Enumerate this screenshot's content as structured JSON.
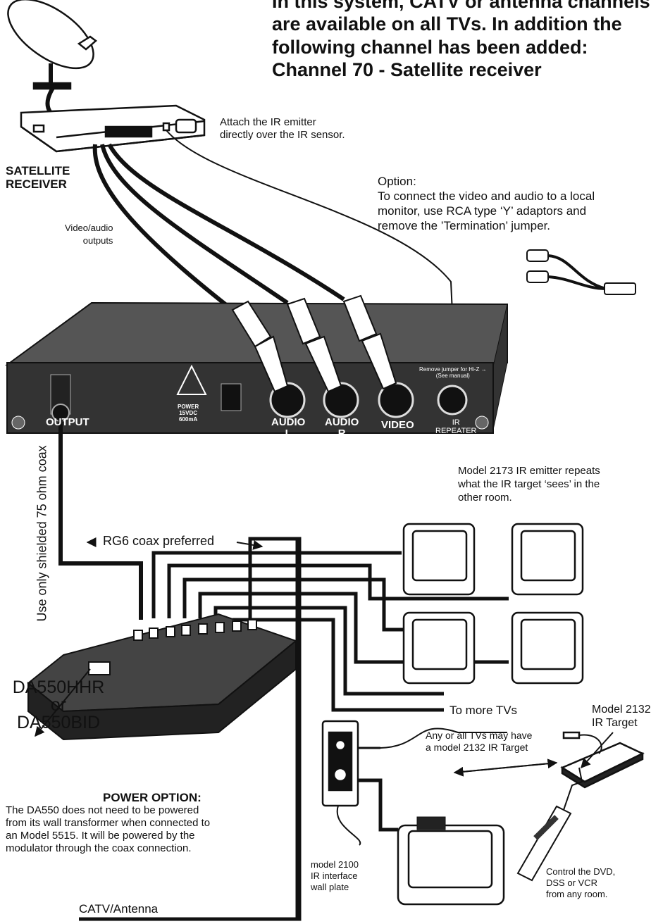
{
  "heading": {
    "line1": "In this system, CATV or antenna channels",
    "line2": "are available on all TVs.  In addition the",
    "line3": "following channel has been added:",
    "line4": "Channel 70 - Satellite receiver"
  },
  "satellite": {
    "label1": "SATELLITE",
    "label2": "RECEIVER",
    "ir_note1": "Attach the IR emitter",
    "ir_note2": "directly over the IR sensor.",
    "outputs1": "Video/audio",
    "outputs2": "outputs"
  },
  "option": {
    "title": "Option:",
    "line1": "To connect the video and audio to a local",
    "line2": "monitor, use RCA type ‘Y’ adaptors and",
    "line3": "remove the ’Termination’ jumper."
  },
  "modulator": {
    "output": "OUTPUT",
    "power1": "POWER",
    "power2": "15VDC",
    "power3": "600mA",
    "audio_l1": "AUDIO",
    "audio_l2": "L",
    "audio_r1": "AUDIO",
    "audio_r2": "R",
    "video": "VIDEO",
    "ir1": "IR",
    "ir2": "REPEATER",
    "jumper1": "Remove jumper for Hi-Z →",
    "jumper2": "(See manual)"
  },
  "notes": {
    "emitter1": "Model 2173 IR emitter repeats",
    "emitter2": "what the IR target ‘sees’ in the",
    "emitter3": "other room.",
    "coax_vertical": "Use only shielded 75 ohm coax",
    "rg6": "RG6 coax preferred",
    "more_tvs": "To more TVs",
    "any_tvs1": "Any or all TVs may have",
    "any_tvs2": "a model 2132 IR Target",
    "target1": "Model 2132",
    "target2": "IR Target",
    "control1": "Control the DVD,",
    "control2": "DSS or VCR",
    "control3": "from any room.",
    "wallplate1": "model 2100",
    "wallplate2": "IR interface",
    "wallplate3": "wall plate",
    "catv": "CATV/Antenna"
  },
  "da550": {
    "name1": "DA550HHR",
    "name2": "or",
    "name3": "DA550BID"
  },
  "power_option": {
    "title": "POWER OPTION:",
    "line1": "The DA550 does not need to be powered",
    "line2": "from its wall transformer when connected to",
    "line3": "an Model 5515.  It will be powered by the",
    "line4": "modulator through the coax connection."
  }
}
